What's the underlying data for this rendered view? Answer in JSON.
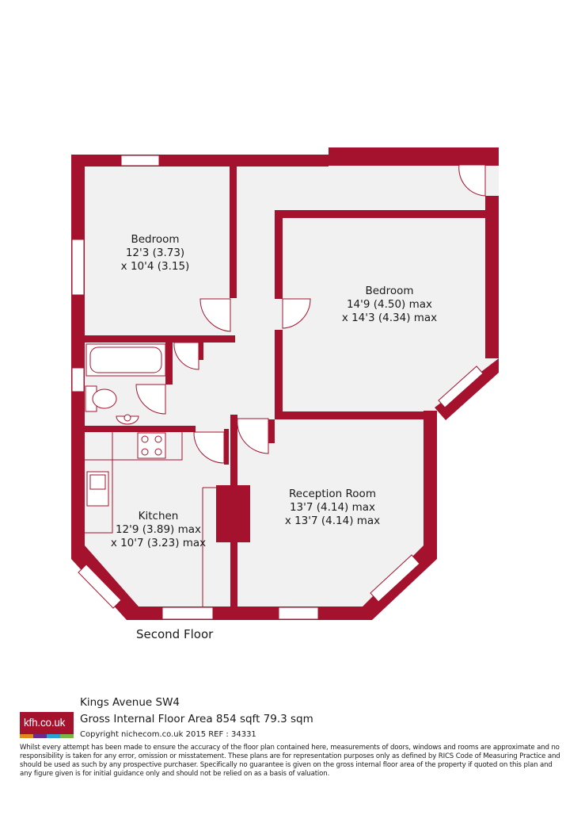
{
  "rooms": [
    {
      "name": "Bedroom",
      "dims": [
        "12'3 (3.73)",
        "x 10'4 (3.15)"
      ]
    },
    {
      "name": "Bedroom",
      "dims": [
        "14'9 (4.50) max",
        "x 14'3 (4.34) max"
      ]
    },
    {
      "name": "Kitchen",
      "dims": [
        "12'9 (3.89) max",
        "x 10'7 (3.23) max"
      ]
    },
    {
      "name": "Reception Room",
      "dims": [
        "13'7 (4.14) max",
        "x 13'7 (4.14) max"
      ]
    }
  ],
  "floor_label": "Second Floor",
  "logo": {
    "text": "kfh.co.uk",
    "colors": [
      "#e08a1e",
      "#6a2c8c",
      "#2aa3d4",
      "#7ab648"
    ],
    "brand": "#a5122e"
  },
  "property": {
    "title": "Kings Avenue  SW4",
    "area": "Gross Internal Floor Area 854 sqft 79.3 sqm",
    "copyright": "Copyright nichecom.co.uk 2015 REF : 34331"
  },
  "disclaimer": "Whilst every attempt has been made to ensure the accuracy of the floor plan contained here, measurements of doors, windows and rooms are approximate and no responsibility is taken for any error, omission or misstatement.  These plans are for representation purposes only as defined by RICS Code of Measuring Practice and should be used as such by any prospective purchaser.  Specifically no guarantee is given on the gross internal floor area of the property if quoted on this plan and any figure given is for initial guidance only and should not be relied on as a basis of valuation.",
  "colors": {
    "wall": "#a5122e",
    "floor": "#f1f1f1"
  }
}
